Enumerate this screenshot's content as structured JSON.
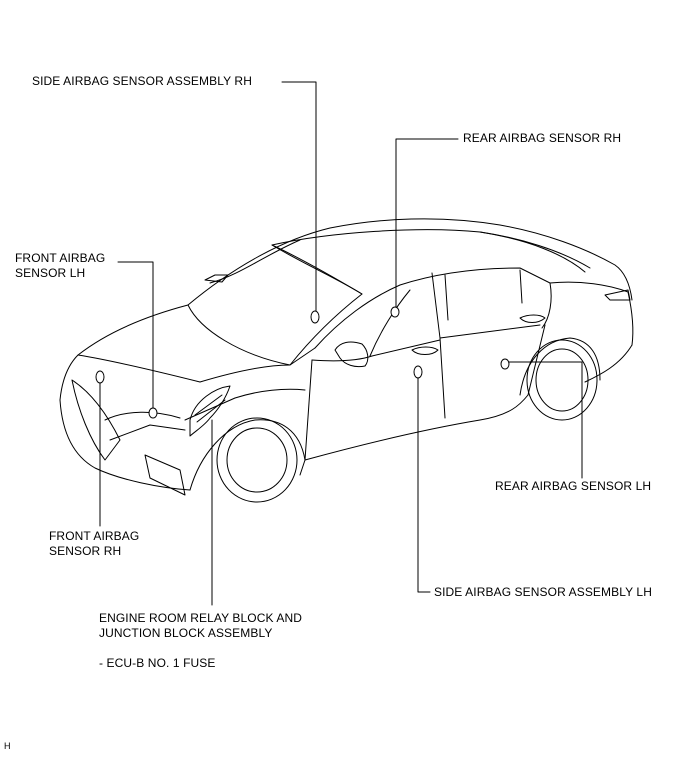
{
  "labels": {
    "side_airbag_rh": "SIDE AIRBAG SENSOR ASSEMBLY RH",
    "rear_airbag_rh": "REAR AIRBAG SENSOR RH",
    "front_airbag_lh": "FRONT AIRBAG\nSENSOR LH",
    "front_airbag_rh": "FRONT AIRBAG\nSENSOR RH",
    "rear_airbag_lh": "REAR AIRBAG SENSOR LH",
    "side_airbag_lh": "SIDE AIRBAG SENSOR ASSEMBLY LH",
    "engine_room_block": "ENGINE ROOM RELAY BLOCK AND\nJUNCTION BLOCK ASSEMBLY",
    "ecu_b_fuse": "- ECU-B NO. 1 FUSE"
  },
  "corner_mark": "H"
}
